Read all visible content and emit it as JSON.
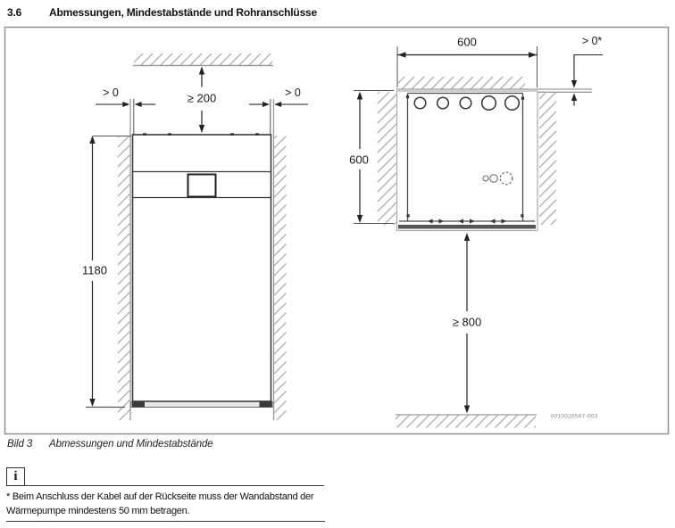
{
  "header": {
    "section_number": "3.6",
    "title": "Abmessungen, Mindestabstände und Rohranschlüsse"
  },
  "figure": {
    "front_view": {
      "left_wall_gap": "> 0",
      "right_wall_gap": "> 0",
      "top_clearance": "≥ 200",
      "unit_height": "1180"
    },
    "top_view": {
      "unit_width": "600",
      "unit_depth": "600",
      "rear_wall_gap": "> 0*",
      "front_clearance": "≥ 800"
    },
    "drawing_number": "0010026567-003",
    "caption_label": "Bild 3",
    "caption_text": "Abmessungen und Mindestabstände"
  },
  "note": {
    "icon_glyph": "i",
    "line1": "* Beim Anschluss der Kabel auf der Rückseite muss der Wandabstand der",
    "line2": "Wärmepumpe mindestens 50 mm betragen."
  },
  "colors": {
    "ink": "#1a1a1a",
    "hatch_gray": "#a8a8a8",
    "wall_gray": "#9a9a9a",
    "panel_dark": "#555555"
  }
}
